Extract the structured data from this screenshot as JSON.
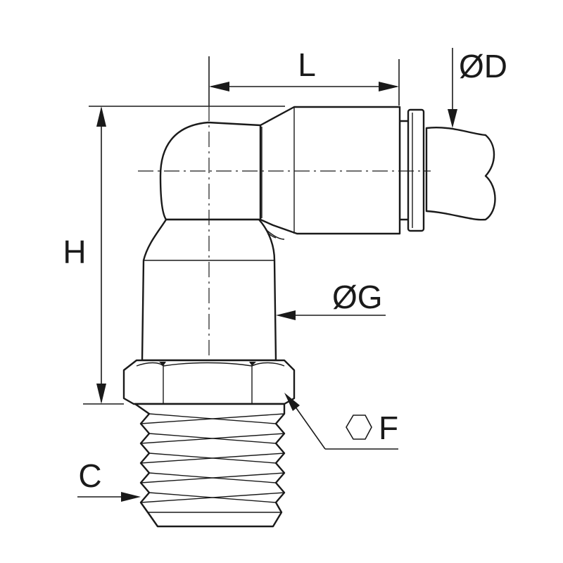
{
  "labels": {
    "L": "L",
    "D": "ØD",
    "H": "H",
    "G": "ØG",
    "F": "F",
    "C": "C"
  },
  "icons": {
    "hex": "hexagon-icon"
  }
}
